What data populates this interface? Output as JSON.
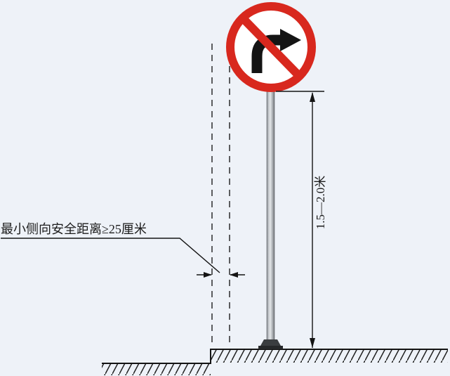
{
  "labels": {
    "clearance": "最小侧向安全距离≥25厘米",
    "height_range": "1.5—2.0米"
  },
  "sign": {
    "type": "no-right-turn"
  },
  "colors": {
    "background": "#eef2f8",
    "sign_red": "#d8281e",
    "sign_face": "#ffffff",
    "arrow_black": "#141414",
    "line": "#1c1c1c",
    "pole_base": "#3a3d40"
  }
}
